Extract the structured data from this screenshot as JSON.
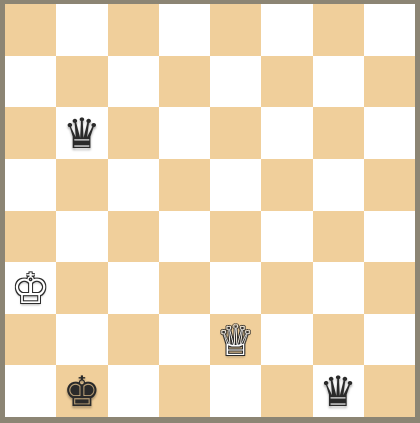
{
  "board": {
    "light_color": "#ffffff",
    "dark_color": "#f0cf9b",
    "frame_color": "#8c8574",
    "orientation": "white-bottom",
    "pieces": [
      {
        "square": "b6",
        "color": "black",
        "type": "queen",
        "icon": "black-queen-icon",
        "glyph": "♛"
      },
      {
        "square": "a3",
        "color": "white",
        "type": "king",
        "icon": "white-king-icon",
        "glyph": "♔"
      },
      {
        "square": "e2",
        "color": "white",
        "type": "queen",
        "icon": "white-queen-icon",
        "glyph": "♕"
      },
      {
        "square": "b1",
        "color": "black",
        "type": "king",
        "icon": "black-king-icon",
        "glyph": "♚"
      },
      {
        "square": "g1",
        "color": "black",
        "type": "queen",
        "icon": "black-queen-icon",
        "glyph": "♛"
      }
    ]
  }
}
